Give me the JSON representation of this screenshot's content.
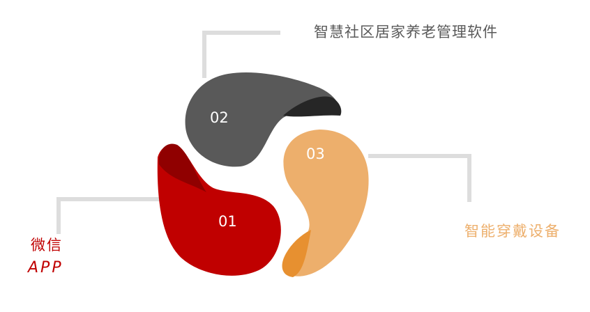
{
  "diagram": {
    "segments": [
      {
        "number": "01",
        "label_line1": "微信",
        "label_line2": "APP"
      },
      {
        "number": "02",
        "label": "智慧社区居家养老管理软件"
      },
      {
        "number": "03",
        "label": "智能穿戴设备"
      }
    ]
  },
  "colors": {
    "segment_01": "#c00000",
    "segment_01_dark": "#900000",
    "segment_02": "#595959",
    "segment_02_dark": "#262626",
    "segment_03": "#edaf6c",
    "segment_03_dark": "#e79030",
    "connector": "#dddddd",
    "label_top": "#595959",
    "label_right": "#edaf6c",
    "label_left": "#c00000"
  }
}
